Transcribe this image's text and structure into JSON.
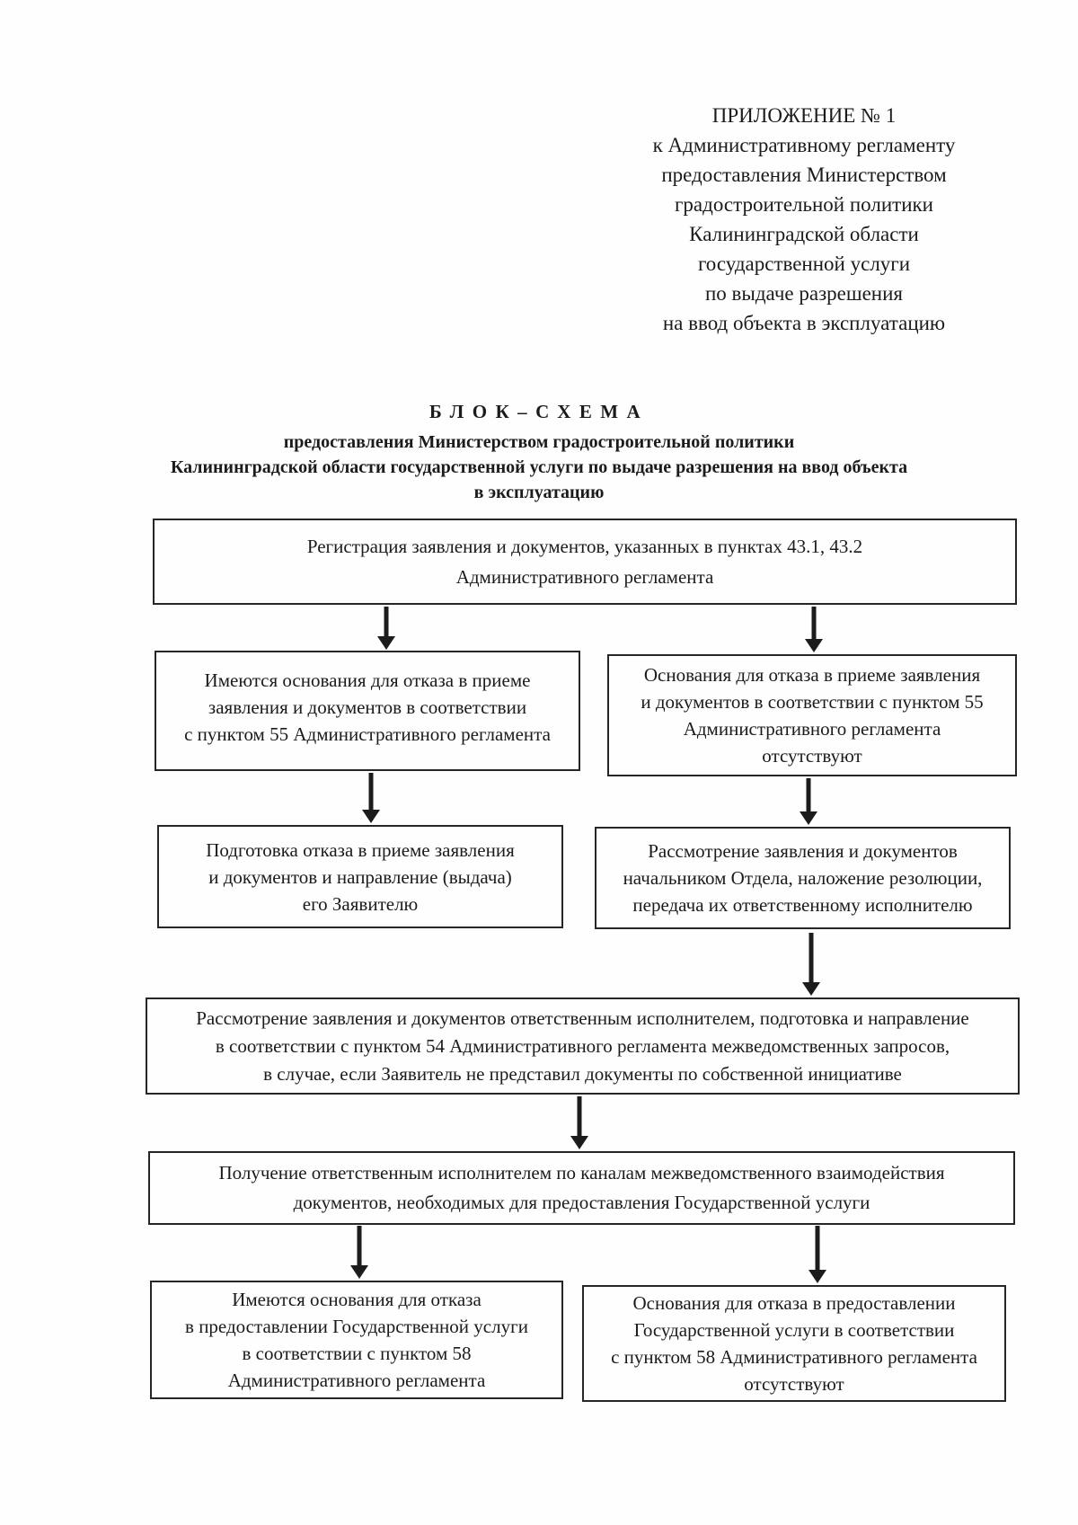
{
  "header_lines": [
    "ПРИЛОЖЕНИЕ № 1",
    "к Административному регламенту",
    "предоставления Министерством",
    "градостроительной политики",
    "Калининградской области",
    "государственной услуги",
    "по выдаче разрешения",
    "на ввод объекта в эксплуатацию"
  ],
  "title": {
    "heading": "БЛОК–СХЕМА",
    "subtitle_lines": [
      "предоставления Министерством градостроительной политики",
      "Калининградской области государственной услуги по выдаче разрешения на ввод объекта",
      "в эксплуатацию"
    ]
  },
  "boxes": {
    "registration": {
      "lines": [
        "Регистрация заявления и документов, указанных в пунктах 43.1, 43.2",
        "Административного регламента"
      ]
    },
    "refusal_grounds_exist": {
      "lines": [
        "Имеются основания для отказа в приеме",
        "заявления и документов в соответствии",
        "с пунктом 55 Административного регламента"
      ]
    },
    "refusal_grounds_absent": {
      "lines": [
        "Основания для отказа в приеме заявления",
        "и документов в соответствии с пунктом 55",
        "Административного регламента",
        "отсутствуют"
      ]
    },
    "prepare_refusal": {
      "lines": [
        "Подготовка отказа в приеме заявления",
        "и документов и направление (выдача)",
        "его Заявителю"
      ]
    },
    "review_by_head": {
      "lines": [
        "Рассмотрение заявления и документов",
        "начальником Отдела, наложение резолюции,",
        "передача их ответственному исполнителю"
      ]
    },
    "review_by_executor": {
      "lines": [
        "Рассмотрение заявления и документов ответственным исполнителем, подготовка и направление",
        "в соответствии с пунктом 54 Административного регламента межведомственных запросов,",
        "в случае, если Заявитель не представил документы по собственной инициативе"
      ]
    },
    "receive_documents": {
      "lines": [
        "Получение ответственным исполнителем по каналам межведомственного взаимодействия",
        "документов, необходимых для предоставления Государственной услуги"
      ]
    },
    "service_refusal_exists": {
      "lines": [
        "Имеются основания для отказа",
        "в предоставлении Государственной услуги",
        "в соответствии с пунктом 58",
        "Административного регламента"
      ]
    },
    "service_refusal_absent": {
      "lines": [
        "Основания для отказа в предоставлении",
        "Государственной услуги в соответствии",
        "с пунктом 58 Административного регламента",
        "отсутствуют"
      ]
    }
  }
}
